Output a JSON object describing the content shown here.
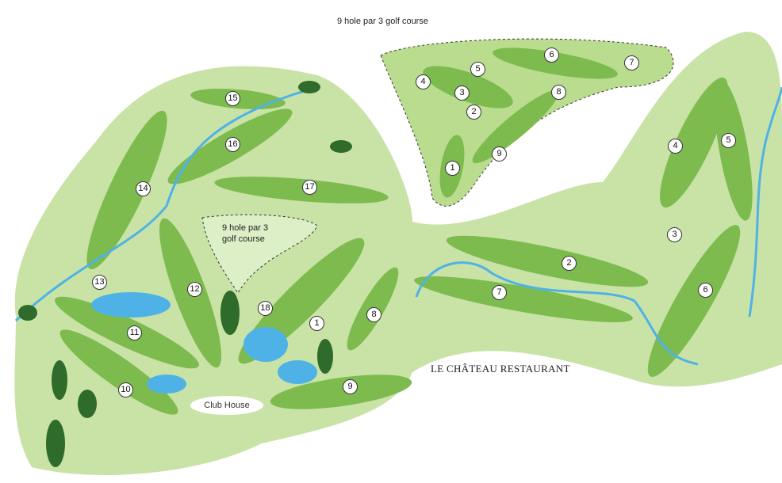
{
  "labels": {
    "par3_top": "9 hole par 3 golf course",
    "par3_mid_line1": "9 hole par 3",
    "par3_mid_line2": "golf course",
    "restaurant": "LE CHÂTEAU RESTAURANT",
    "club_house": "Club House"
  },
  "par3_holes": [
    "1",
    "2",
    "3",
    "4",
    "5",
    "6",
    "7",
    "8",
    "9"
  ],
  "main_holes": [
    "1",
    "2",
    "3",
    "4",
    "5",
    "6",
    "7",
    "8",
    "9",
    "10",
    "11",
    "12",
    "13",
    "14",
    "15",
    "16",
    "17",
    "18"
  ],
  "colors": {
    "light_green": "#c9e3a6",
    "mid_green": "#9fcf6f",
    "fairway": "#7dbb4e",
    "dark": "#2f6b2a",
    "water": "#4fb2e6",
    "sand": "#f2e24a"
  }
}
